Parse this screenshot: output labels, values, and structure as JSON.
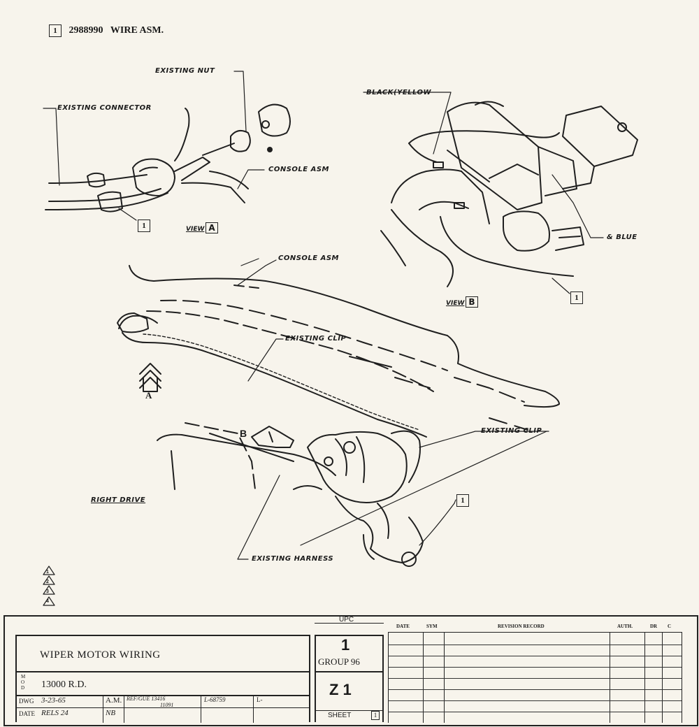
{
  "header": {
    "item_number": "1",
    "part_number": "2988990",
    "part_name": "WIRE ASM."
  },
  "view_a": {
    "labels": {
      "existing_nut": "EXISTING NUT",
      "existing_connector": "EXISTING CONNECTOR",
      "console_asm": "CONSOLE ASM"
    },
    "callout": "1",
    "view_label": "VIEW",
    "view_letter": "A"
  },
  "view_b": {
    "labels": {
      "black_yellow": "BLACK(YELLOW",
      "blue": "& BLUE"
    },
    "callout": "1",
    "view_label": "VIEW",
    "view_letter": "B"
  },
  "main_view": {
    "labels": {
      "console_asm": "CONSOLE ASM",
      "existing_clip_upper": "EXISTING CLIP",
      "existing_clip_lower": "EXISTING CLIP",
      "existing_harness": "EXISTING HARNESS",
      "right_drive": "RIGHT DRIVE"
    },
    "arrow_a": "A",
    "marker_b": "B",
    "callout": "1"
  },
  "title_block": {
    "upc_label": "UPC",
    "upc_number": "1",
    "group": "GROUP 96",
    "sheet_code": "Z 1",
    "sheet_label": "SHEET",
    "sheet_number": "1",
    "title": "WIPER MOTOR WIRING",
    "model_code": "13000 R.D.",
    "model_prefix": "MOD",
    "dwg_label": "DWG",
    "dwg_value": "3-23-65",
    "date_label": "DATE",
    "date_value": "RELS 24",
    "am_value": "A.M.",
    "nb_value": "NB",
    "ref_value": "REF/GUE 13416",
    "ref_value2": "11091",
    "l_value": "L-68759",
    "l_value2": "L-",
    "rev_headers": {
      "date": "DATE",
      "sym": "SYM",
      "revision": "REVISION RECORD",
      "auth": "AUTH.",
      "dr": "DR",
      "c": "C"
    }
  },
  "revision_triangles": [
    "1",
    "2",
    "3",
    "4"
  ]
}
